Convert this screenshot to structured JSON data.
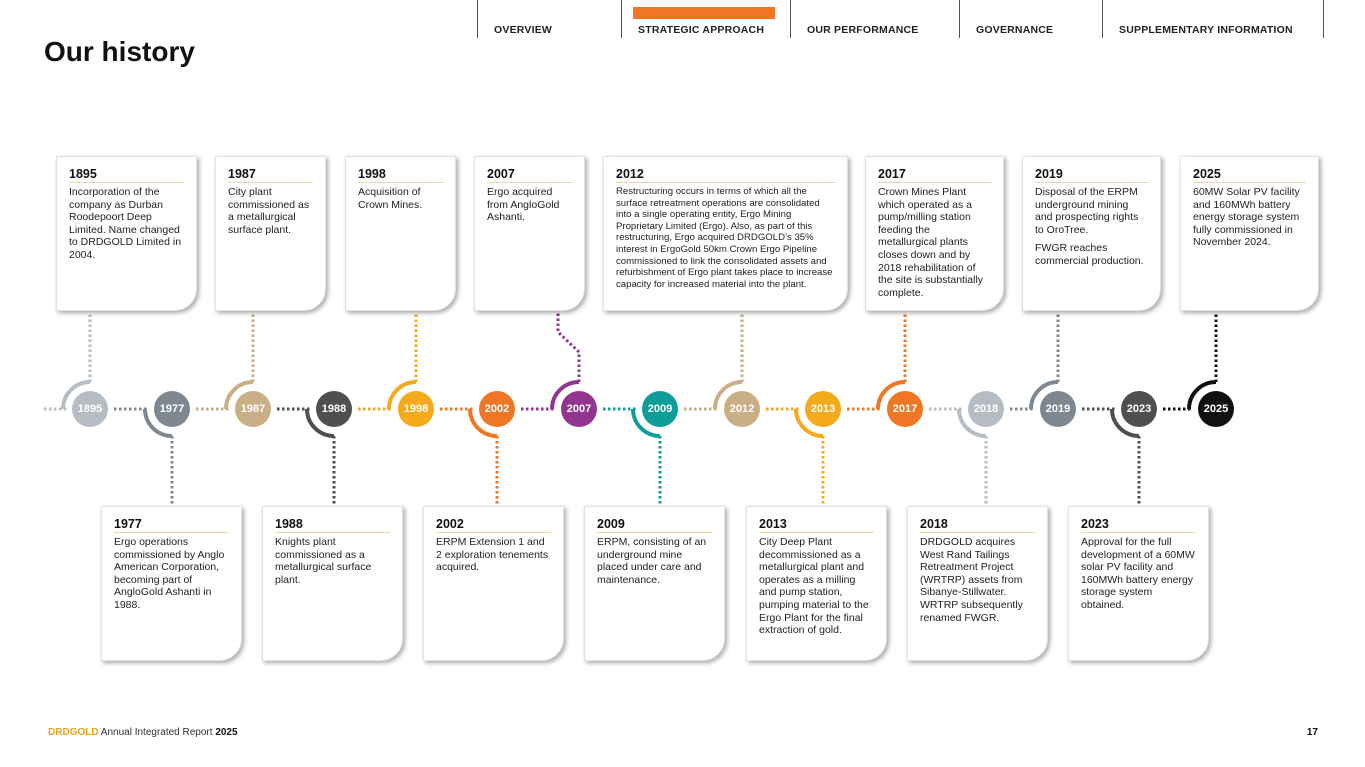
{
  "nav": {
    "items": [
      "OVERVIEW",
      "STRATEGIC APPROACH",
      "OUR PERFORMANCE",
      "GOVERNANCE",
      "SUPPLEMENTARY INFORMATION"
    ],
    "active": "STRATEGIC APPROACH",
    "active_color": "#EE7624"
  },
  "title": "Our history",
  "timeline": {
    "nodes": [
      {
        "year": "1895",
        "color": "#B5BCC3"
      },
      {
        "year": "1977",
        "color": "#7D8890"
      },
      {
        "year": "1987",
        "color": "#C9AE86"
      },
      {
        "year": "1988",
        "color": "#4F4F4F"
      },
      {
        "year": "1998",
        "color": "#F5AA1C"
      },
      {
        "year": "2002",
        "color": "#EE7624"
      },
      {
        "year": "2007",
        "color": "#93348E"
      },
      {
        "year": "2009",
        "color": "#0E9E97"
      },
      {
        "year": "2012",
        "color": "#C9AE86"
      },
      {
        "year": "2013",
        "color": "#F5AA1C"
      },
      {
        "year": "2017",
        "color": "#EE7624"
      },
      {
        "year": "2018",
        "color": "#B5BCC3"
      },
      {
        "year": "2019",
        "color": "#7D8890"
      },
      {
        "year": "2023",
        "color": "#4F4F4F"
      },
      {
        "year": "2025",
        "color": "#111111"
      }
    ],
    "top_cards": [
      {
        "year": "1895",
        "text": "Incorporation of the company as Durban Roodepoort Deep Limited. Name changed to DRDGOLD Limited in 2004."
      },
      {
        "year": "1987",
        "text": "City plant commissioned as a metallurgical surface plant."
      },
      {
        "year": "1998",
        "text": "Acquisition of Crown Mines."
      },
      {
        "year": "2007",
        "text": "Ergo acquired from AngloGold Ashanti."
      },
      {
        "year": "2012",
        "text": "Restructuring occurs in terms of which all the surface retreatment operations are consolidated into a single operating entity, Ergo Mining Proprietary Limited (Ergo). Also, as part of this restructuring, Ergo acquired DRDGOLD’s 35% interest in ErgoGold 50km Crown Ergo Pipeline commissioned to link the consolidated assets and refurbishment of Ergo plant takes place to increase capacity for increased material into the plant."
      },
      {
        "year": "2017",
        "text": "Crown Mines Plant which operated as a pump/milling station feeding the metallurgical plants closes down and by 2018 rehabilitation of the site is substantially complete."
      },
      {
        "year": "2019",
        "text": "Disposal of the ERPM underground mining and prospecting rights to OroTree.",
        "text2": "FWGR reaches commercial production."
      },
      {
        "year": "2025",
        "text": "60MW Solar PV facility and 160MWh battery energy storage system fully commissioned in November 2024."
      }
    ],
    "bottom_cards": [
      {
        "year": "1977",
        "text": "Ergo operations commissioned by Anglo American Corporation, becoming part of AngloGold Ashanti in 1988."
      },
      {
        "year": "1988",
        "text": "Knights plant commissioned as a metallurgical surface plant."
      },
      {
        "year": "2002",
        "text": "ERPM Extension 1 and 2 exploration tenements acquired."
      },
      {
        "year": "2009",
        "text": "ERPM, consisting of an underground mine placed under care and maintenance."
      },
      {
        "year": "2013",
        "text": "City Deep Plant decommissioned as a metallurgical plant and operates as a milling and pump station, pumping material to the Ergo Plant for the final extraction of gold."
      },
      {
        "year": "2018",
        "text": "DRDGOLD acquires West Rand Tailings Retreatment Project (WRTRP) assets from Sibanye-Stillwater. WRTRP subsequently renamed FWGR."
      },
      {
        "year": "2023",
        "text": "Approval for the full development of a 60MW solar PV facility and 160MWh battery energy storage system obtained."
      }
    ]
  },
  "footer": {
    "brand": "DRDGOLD",
    "text": " Annual Integrated Report ",
    "year": "2025"
  },
  "page_number": "17"
}
